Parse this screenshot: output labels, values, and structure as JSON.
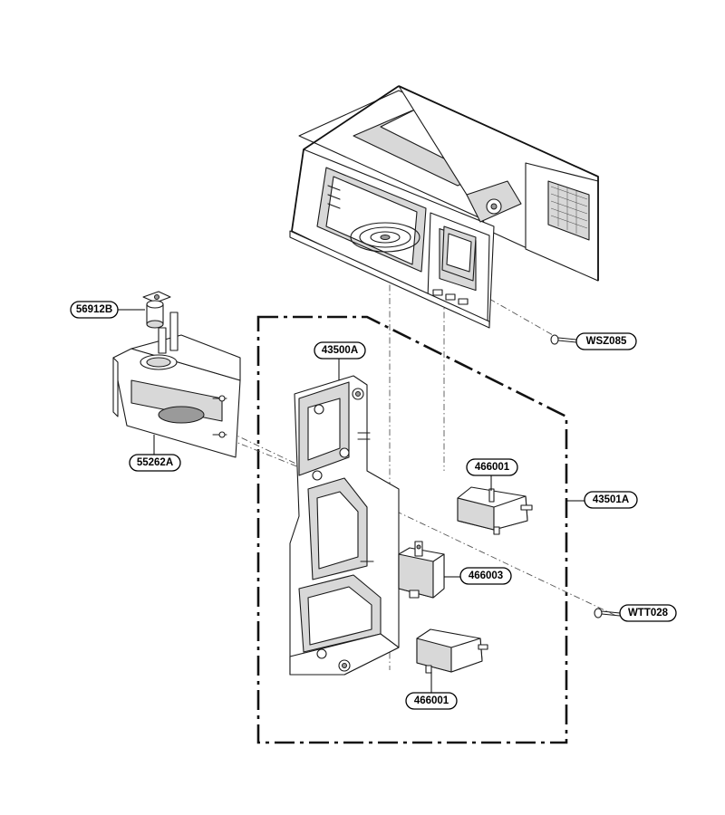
{
  "parts": {
    "p56912B": "56912B",
    "pWSZ085": "WSZ085",
    "p43500A": "43500A",
    "p55262A": "55262A",
    "p466001a": "466001",
    "p43501A": "43501A",
    "p466003": "466003",
    "pWTT028": "WTT028",
    "p466001b": "466001"
  }
}
